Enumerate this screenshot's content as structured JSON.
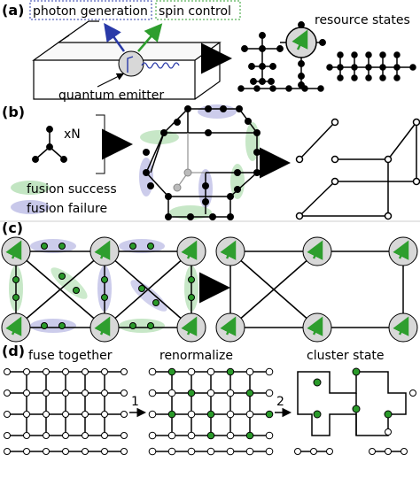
{
  "panel_a": {
    "label": "(a)",
    "photon_generation": "photon generation",
    "spin_control": "spin control",
    "quantum_emitter": "quantum emitter",
    "resource_states": "resource states"
  },
  "panel_b": {
    "label": "(b)",
    "multiplier": "xN",
    "fusion_success": "fusion success",
    "fusion_failure": "fusion failure"
  },
  "panel_c": {
    "label": "(c)"
  },
  "panel_d": {
    "label": "(d)",
    "fuse_together": "fuse together",
    "renormalize": "renormalize",
    "cluster_state": "cluster state",
    "step1": "1",
    "step2": "2"
  },
  "colors": {
    "photon_arrow": "#2a3aa8",
    "spin_arrow": "#2e9e2e",
    "success": "#8fd08f",
    "failure": "#9a9ad8",
    "node_green": "#2a9a2a",
    "emitter_fill": "#d8d8d8"
  }
}
